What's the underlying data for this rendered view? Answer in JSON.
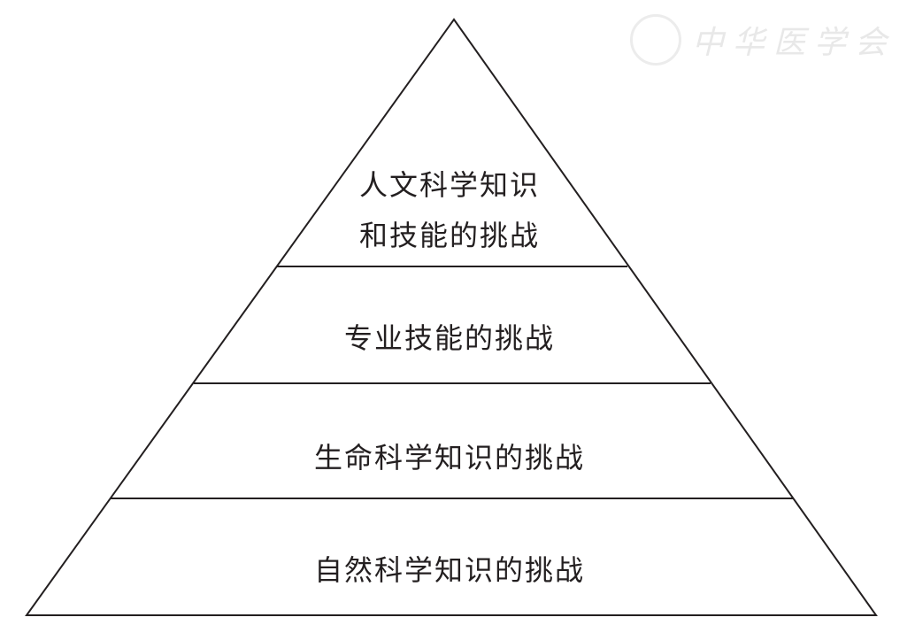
{
  "diagram": {
    "type": "pyramid",
    "levels": [
      {
        "lines": [
          "人文科学知识",
          "和技能的挑战"
        ]
      },
      {
        "lines": [
          "专业技能的挑战"
        ]
      },
      {
        "lines": [
          "生命科学知识的挑战"
        ]
      },
      {
        "lines": [
          "自然科学知识的挑战"
        ]
      }
    ]
  },
  "watermark": {
    "text": "中华医学会"
  },
  "colors": {
    "stroke": "#231f20",
    "watermark": "#e8e8e8"
  }
}
